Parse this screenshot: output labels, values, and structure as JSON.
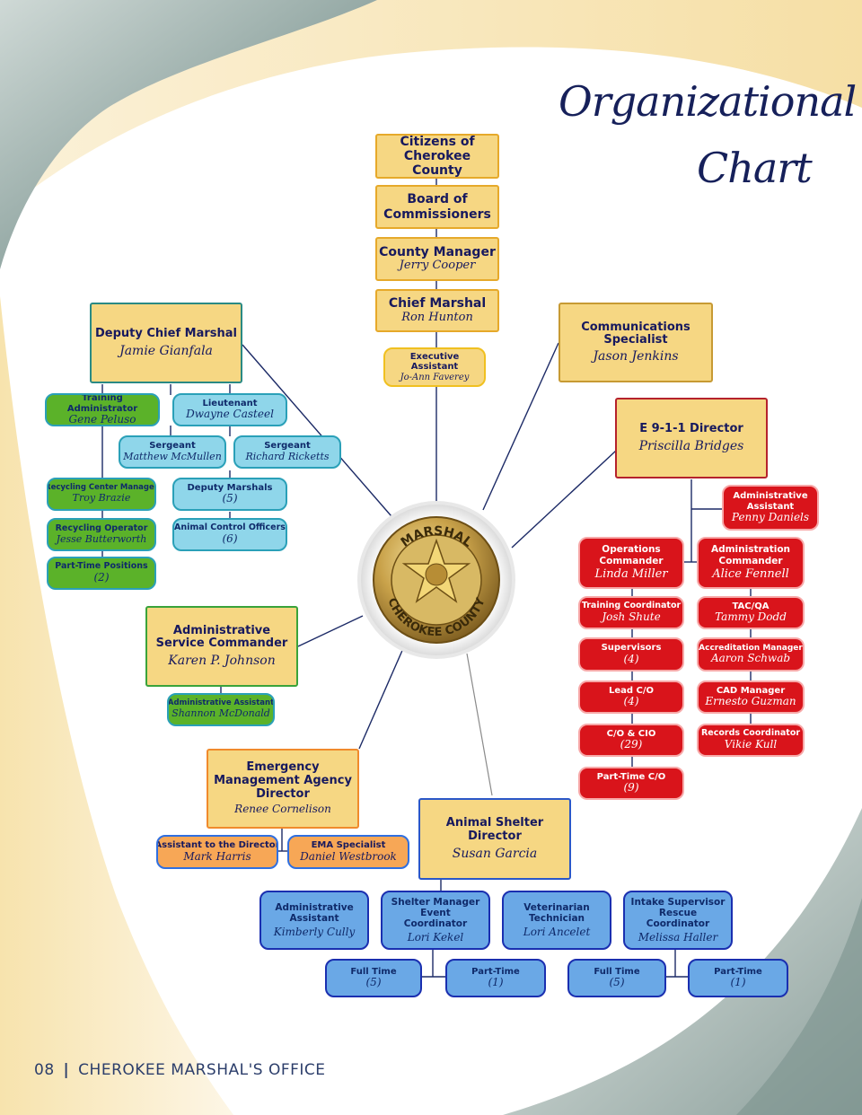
{
  "page": {
    "title_line1": "Organizational",
    "title_line2": "Chart",
    "footer_number": "08",
    "footer_sep": "|",
    "footer_text": "CHEROKEE MARSHAL'S OFFICE"
  },
  "badge": {
    "top_text": "MARSHAL",
    "bottom_text": "CHEROKEE COUNTY"
  },
  "chain": {
    "citizens": "Citizens of Cherokee County",
    "board": "Board of Commissioners",
    "manager_title": "County Manager",
    "manager_name": "Jerry Cooper",
    "chief_title": "Chief Marshal",
    "chief_name": "Ron Hunton",
    "exec_title": "Executive Assistant",
    "exec_name": "Jo-Ann Faverey"
  },
  "deputy": {
    "title": "Deputy Chief Marshal",
    "name": "Jamie Gianfala",
    "training_title": "Training Administrator",
    "training_name": "Gene Peluso",
    "lieutenant_title": "Lieutenant",
    "lieutenant_name": "Dwayne Casteel",
    "sergeant1_title": "Sergeant",
    "sergeant1_name": "Matthew McMullen",
    "sergeant2_title": "Sergeant",
    "sergeant2_name": "Richard Ricketts",
    "recycling_mgr_title": "Recycling Center Manager",
    "recycling_mgr_name": "Troy Brazie",
    "recycling_op_title": "Recycling Operator",
    "recycling_op_name": "Jesse Butterworth",
    "parttime_title": "Part-Time Positions",
    "parttime_count": "(2)",
    "deputies_title": "Deputy Marshals",
    "deputies_count": "(5)",
    "animal_title": "Animal Control Officers",
    "animal_count": "(6)"
  },
  "comms": {
    "title": "Communications Specialist",
    "name": "Jason Jenkins"
  },
  "e911": {
    "title": "E 9-1-1 Director",
    "name": "Priscilla Bridges",
    "admin_title": "Administrative Assistant",
    "admin_name": "Penny Daniels",
    "ops_title": "Operations Commander",
    "ops_name": "Linda Miller",
    "adm_cmd_title": "Administration Commander",
    "adm_cmd_name": "Alice Fennell",
    "training_title": "Training Coordinator",
    "training_name": "Josh Shute",
    "tac_title": "TAC/QA",
    "tac_name": "Tammy Dodd",
    "supervisors_title": "Supervisors",
    "supervisors_count": "(4)",
    "accred_title": "Accreditation Manager",
    "accred_name": "Aaron Schwab",
    "lead_title": "Lead C/O",
    "lead_count": "(4)",
    "cad_title": "CAD Manager",
    "cad_name": "Ernesto Guzman",
    "co_title": "C/O & CIO",
    "co_count": "(29)",
    "records_title": "Records Coordinator",
    "records_name": "Vikie Kull",
    "ptco_title": "Part-Time C/O",
    "ptco_count": "(9)"
  },
  "admin_svc": {
    "title": "Administrative Service Commander",
    "name": "Karen P. Johnson",
    "assistant_title": "Administrative Assistant",
    "assistant_name": "Shannon McDonald"
  },
  "ema": {
    "title": "Emergency Management Agency Director",
    "name": "Renee Cornelison",
    "assistant_title": "Assistant to the Director",
    "assistant_name": "Mark Harris",
    "specialist_title": "EMA Specialist",
    "specialist_name": "Daniel Westbrook"
  },
  "shelter": {
    "title": "Animal Shelter Director",
    "name": "Susan Garcia",
    "admin_title": "Administrative Assistant",
    "admin_name": "Kimberly Cully",
    "manager_title": "Shelter Manager Event Coordinator",
    "manager_name": "Lori Kekel",
    "vet_title": "Veterinarian Technician",
    "vet_name": "Lori Ancelet",
    "intake_title": "Intake Supervisor Rescue Coordinator",
    "intake_name": "Melissa Haller",
    "ft1_title": "Full Time",
    "ft1_count": "(5)",
    "pt1_title": "Part-Time",
    "pt1_count": "(1)",
    "ft2_title": "Full Time",
    "ft2_count": "(5)",
    "pt2_title": "Part-Time",
    "pt2_count": "(1)"
  }
}
